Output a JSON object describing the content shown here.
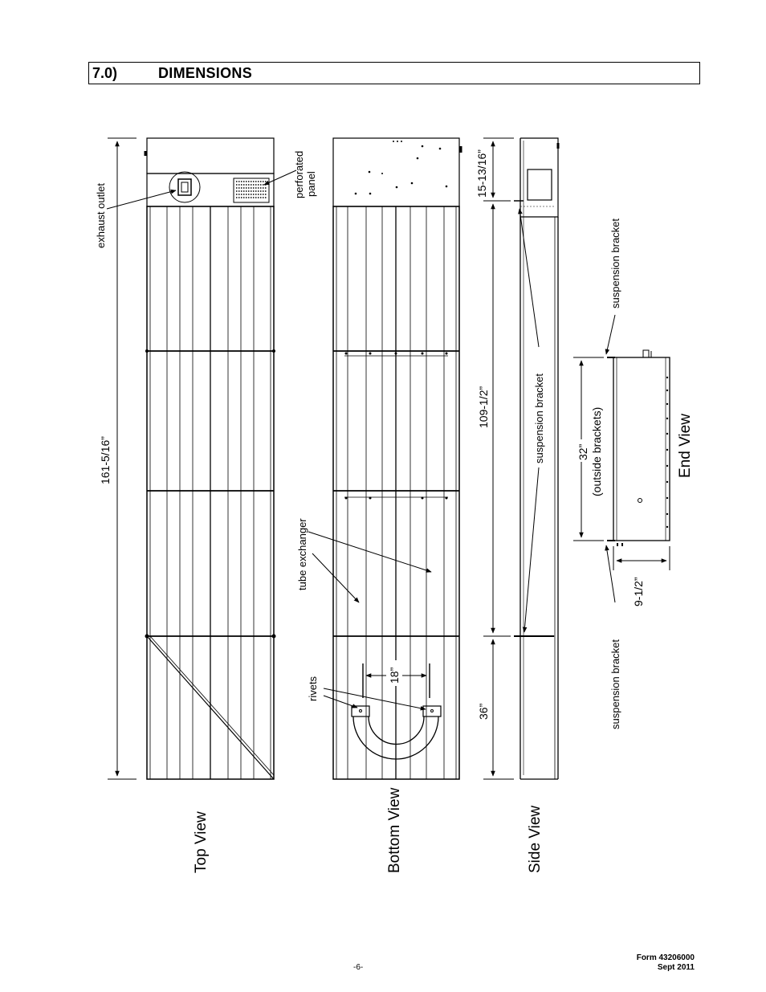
{
  "section": {
    "number": "7.0)",
    "title": "DIMENSIONS"
  },
  "labels": {
    "exhaust_outlet": "exhaust outlet",
    "perforated": "perforated",
    "panel": "panel",
    "tube_exchanger": "tube exchanger",
    "rivets": "rivets",
    "suspension_bracket": "suspension bracket",
    "outside_brackets": "(outside brackets)"
  },
  "dimensions": {
    "overall_length": "161-5/16”",
    "end_to_bracket": "15-13/16”",
    "bracket_spacing": "109-1/2”",
    "bracket_to_end": "36”",
    "rivet_spacing": "18”",
    "width_outside_brackets": "32”",
    "height": "9-1/2”"
  },
  "views": {
    "top": "Top View",
    "bottom": "Bottom View",
    "side": "Side View",
    "end": "End View"
  },
  "footer": {
    "page": "-6-",
    "form": "Form 43206000",
    "date": "Sept 2011"
  }
}
